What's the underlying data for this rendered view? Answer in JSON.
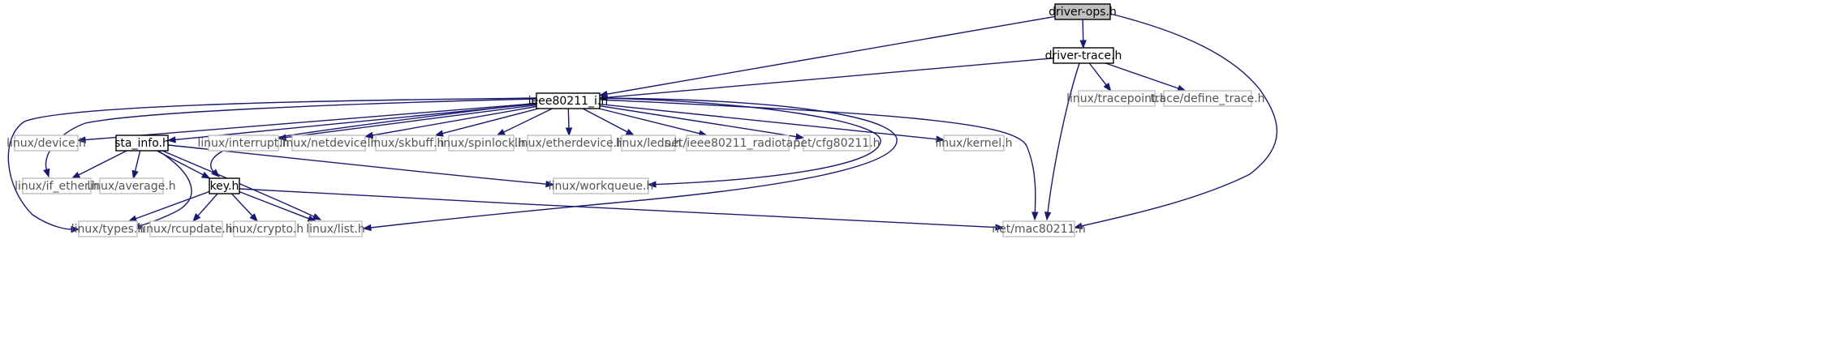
{
  "nodes": {
    "driver_ops": {
      "label": "driver-ops.h",
      "kind": "root"
    },
    "driver_trace": {
      "label": "driver-trace.h",
      "kind": "local"
    },
    "ieee80211_i": {
      "label": "ieee80211_i.h",
      "kind": "local"
    },
    "sta_info": {
      "label": "sta_info.h",
      "kind": "local"
    },
    "key": {
      "label": "key.h",
      "kind": "local"
    },
    "tracepoint": {
      "label": "linux/tracepoint.h",
      "kind": "system"
    },
    "define_trace": {
      "label": "trace/define_trace.h",
      "kind": "system"
    },
    "device": {
      "label": "linux/device.h",
      "kind": "system"
    },
    "interrupt": {
      "label": "linux/interrupt.h",
      "kind": "system"
    },
    "netdevice": {
      "label": "linux/netdevice.h",
      "kind": "system"
    },
    "skbuff": {
      "label": "linux/skbuff.h",
      "kind": "system"
    },
    "spinlock": {
      "label": "linux/spinlock.h",
      "kind": "system"
    },
    "etherdevice": {
      "label": "linux/etherdevice.h",
      "kind": "system"
    },
    "leds": {
      "label": "linux/leds.h",
      "kind": "system"
    },
    "radiotap": {
      "label": "net/ieee80211_radiotap.h",
      "kind": "system"
    },
    "cfg80211": {
      "label": "net/cfg80211.h",
      "kind": "system"
    },
    "kernel": {
      "label": "linux/kernel.h",
      "kind": "system"
    },
    "if_ether": {
      "label": "linux/if_ether.h",
      "kind": "system"
    },
    "average": {
      "label": "linux/average.h",
      "kind": "system"
    },
    "workqueue": {
      "label": "linux/workqueue.h",
      "kind": "system"
    },
    "types": {
      "label": "linux/types.h",
      "kind": "system"
    },
    "rcupdate": {
      "label": "linux/rcupdate.h",
      "kind": "system"
    },
    "crypto": {
      "label": "linux/crypto.h",
      "kind": "system"
    },
    "list": {
      "label": "linux/list.h",
      "kind": "system"
    },
    "mac80211": {
      "label": "net/mac80211.h",
      "kind": "system"
    }
  },
  "edges": [
    [
      "driver_ops",
      "driver_trace"
    ],
    [
      "driver_ops",
      "ieee80211_i"
    ],
    [
      "driver_ops",
      "mac80211"
    ],
    [
      "driver_trace",
      "ieee80211_i"
    ],
    [
      "driver_trace",
      "tracepoint"
    ],
    [
      "driver_trace",
      "define_trace"
    ],
    [
      "driver_trace",
      "mac80211"
    ],
    [
      "ieee80211_i",
      "device"
    ],
    [
      "ieee80211_i",
      "sta_info"
    ],
    [
      "ieee80211_i",
      "interrupt"
    ],
    [
      "ieee80211_i",
      "netdevice"
    ],
    [
      "ieee80211_i",
      "skbuff"
    ],
    [
      "ieee80211_i",
      "spinlock"
    ],
    [
      "ieee80211_i",
      "etherdevice"
    ],
    [
      "ieee80211_i",
      "leds"
    ],
    [
      "ieee80211_i",
      "radiotap"
    ],
    [
      "ieee80211_i",
      "cfg80211"
    ],
    [
      "ieee80211_i",
      "kernel"
    ],
    [
      "ieee80211_i",
      "if_ether"
    ],
    [
      "ieee80211_i",
      "types"
    ],
    [
      "ieee80211_i",
      "key"
    ],
    [
      "ieee80211_i",
      "workqueue"
    ],
    [
      "ieee80211_i",
      "list"
    ],
    [
      "ieee80211_i",
      "mac80211"
    ],
    [
      "sta_info",
      "if_ether"
    ],
    [
      "sta_info",
      "average"
    ],
    [
      "sta_info",
      "key"
    ],
    [
      "sta_info",
      "workqueue"
    ],
    [
      "sta_info",
      "types"
    ],
    [
      "sta_info",
      "list"
    ],
    [
      "key",
      "types"
    ],
    [
      "key",
      "rcupdate"
    ],
    [
      "key",
      "crypto"
    ],
    [
      "key",
      "list"
    ],
    [
      "key",
      "mac80211"
    ]
  ]
}
